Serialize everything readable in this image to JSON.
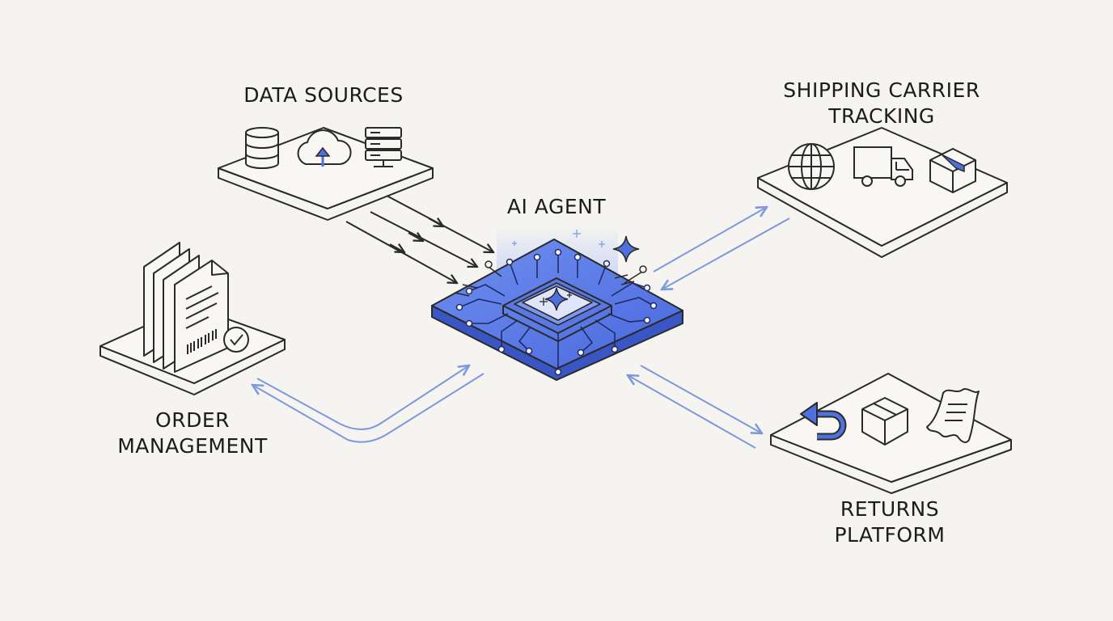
{
  "nodes": {
    "data_sources": {
      "title": "DATA SOURCES",
      "icons": [
        "database-icon",
        "cloud-upload-icon",
        "server-icon"
      ]
    },
    "ai_agent": {
      "title": "AI AGENT",
      "icons": [
        "chip-icon",
        "sparkle-icon"
      ]
    },
    "shipping": {
      "title_line1": "SHIPPING CARRIER",
      "title_line2": "TRACKING",
      "icons": [
        "globe-icon",
        "truck-icon",
        "package-icon"
      ]
    },
    "order_management": {
      "title_line1": "ORDER",
      "title_line2": "MANAGEMENT",
      "icons": [
        "documents-icon",
        "barcode-icon",
        "check-circle-icon"
      ]
    },
    "returns": {
      "title_line1": "RETURNS",
      "title_line2": "PLATFORM",
      "icons": [
        "return-arrow-icon",
        "box-icon",
        "receipt-icon"
      ]
    }
  },
  "colors": {
    "background": "#f5f4f0",
    "stroke": "#2a2a2a",
    "accent": "#4f71e0",
    "accent_light": "#8fa6e8",
    "connector": "#7d98dc"
  }
}
